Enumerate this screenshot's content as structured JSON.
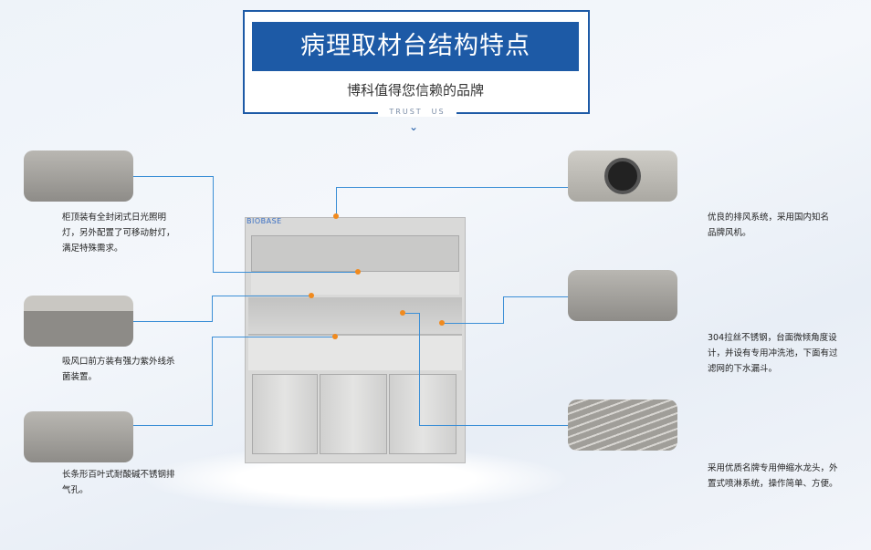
{
  "header": {
    "title": "病理取材台结构特点",
    "subtitle": "博科值得您信赖的品牌",
    "trust_label": "TRUST　US",
    "chevron": "chevron-down-icon"
  },
  "product": {
    "brand_logo": "BIOBASE"
  },
  "features_left": [
    {
      "icon": "lamp-thumbnail",
      "text": "柜顶装有全封闭式日光照明灯，另外配置了可移动射灯，满足特殊需求。"
    },
    {
      "icon": "uv-lamp-thumbnail",
      "text": "吸风口前方装有强力紫外线杀菌装置。"
    },
    {
      "icon": "spray-nozzle-thumbnail",
      "text": "长条形百叶式耐酸碱不锈钢排气孔。"
    }
  ],
  "features_right": [
    {
      "icon": "fan-thumbnail",
      "text": "优良的排风系统，采用国内知名品牌风机。"
    },
    {
      "icon": "faucet-thumbnail",
      "text": "304拉丝不锈钢，台面微倾角度设计，并设有专用冲洗池，下面有过滤网的下水漏斗。"
    },
    {
      "icon": "louver-thumbnail",
      "text": "采用优质名牌专用伸缩水龙头，外置式喷淋系统，操作简单、方便。"
    }
  ],
  "colors": {
    "accent": "#1d5aa6",
    "line": "#3c8fd6",
    "marker": "#f08a1e"
  }
}
